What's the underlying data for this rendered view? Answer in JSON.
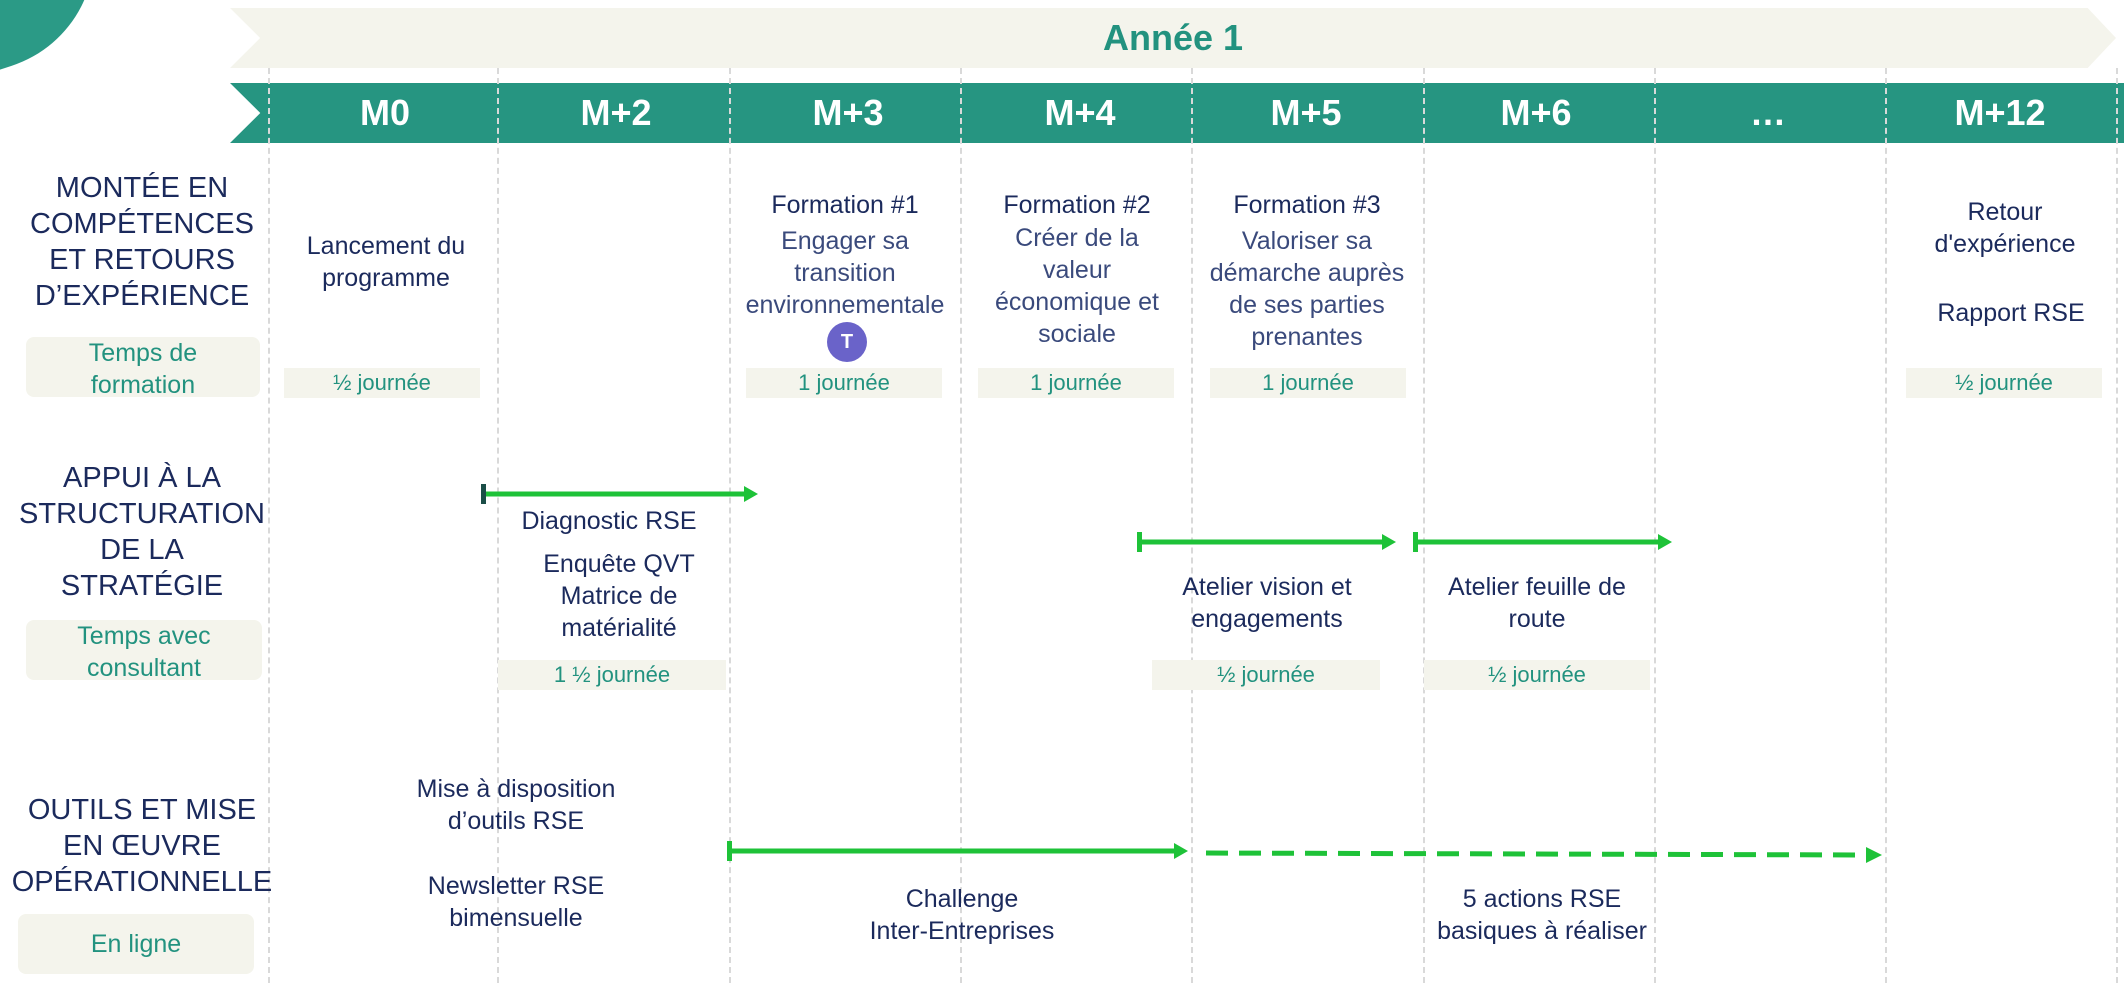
{
  "year": "Année 1",
  "months": [
    "M0",
    "M+2",
    "M+3",
    "M+4",
    "M+5",
    "M+6",
    "…",
    "M+12"
  ],
  "rows": {
    "r1": {
      "title": [
        "MONTÉE EN",
        "COMPÉTENCES",
        "ET RETOURS",
        "D’EXPÉRIENCE"
      ],
      "badge": [
        "Temps de",
        "formation"
      ]
    },
    "r2": {
      "title": [
        "APPUI À LA",
        "STRUCTURATION",
        "DE LA",
        "STRATÉGIE"
      ],
      "badge": [
        "Temps avec",
        "consultant"
      ]
    },
    "r3": {
      "title": [
        "OUTILS ET MISE",
        "EN ŒUVRE",
        "OPÉRATIONNELLE"
      ],
      "badge": [
        "En ligne"
      ]
    }
  },
  "training": {
    "launch": [
      "Lancement du",
      "programme"
    ],
    "f1": {
      "title": "Formation #1",
      "desc": [
        "Engager sa",
        "transition",
        "environnementale"
      ]
    },
    "f2": {
      "title": "Formation #2",
      "desc": [
        "Créer de la",
        "valeur",
        "économique  et",
        "sociale"
      ]
    },
    "f3": {
      "title": "Formation #3",
      "desc": [
        "Valoriser sa",
        "démarche auprès",
        "de ses parties",
        "prenantes"
      ]
    },
    "retour": [
      "Retour",
      "d'expérience"
    ],
    "rapport": "Rapport RSE",
    "durations": [
      "½ journée",
      "1 journée",
      "1 journée",
      "1 journée",
      "½ journée"
    ]
  },
  "teams_icon": {
    "icon": "teams-icon",
    "glyph": "T"
  },
  "strategy": {
    "diagnostic": "Diagnostic RSE",
    "enquete": [
      "Enquête QVT",
      "Matrice de",
      "matérialité"
    ],
    "atelier_vision": [
      "Atelier vision et",
      "engagements"
    ],
    "atelier_route": [
      "Atelier feuille de",
      "route"
    ],
    "durations": [
      "1 ½ journée",
      "½ journée",
      "½ journée"
    ]
  },
  "tools": {
    "mise_a_dispo": [
      "Mise à disposition",
      "d’outils RSE"
    ],
    "newsletter": [
      "Newsletter RSE",
      "bimensuelle"
    ],
    "challenge": [
      "Challenge",
      "Inter-Entreprises"
    ],
    "actions": [
      "5 actions RSE",
      "basiques à réaliser"
    ]
  },
  "colors": {
    "teal": "#269581",
    "teal_text": "#22927f",
    "arrow": "#1ec238",
    "navy": "#1b2a5c",
    "cream": "#f4f4ec"
  }
}
